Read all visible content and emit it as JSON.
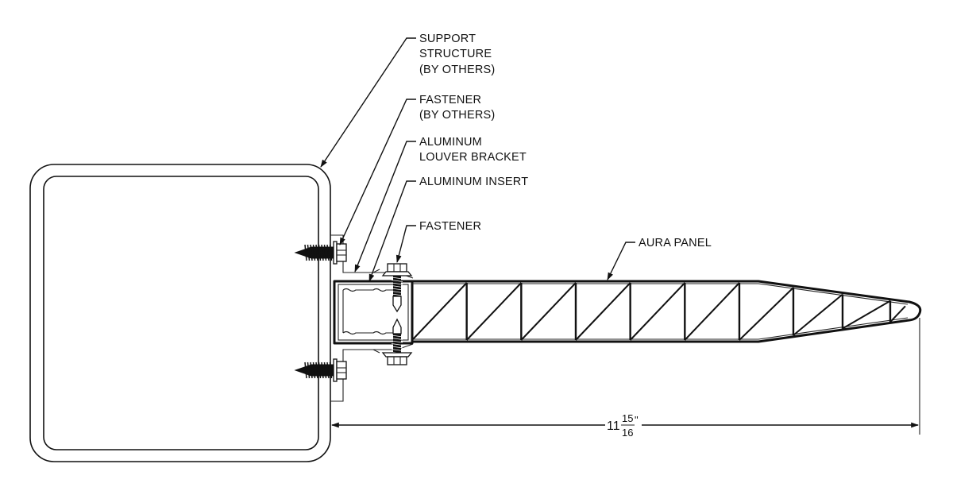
{
  "drawing": {
    "callouts": [
      {
        "id": "support-structure",
        "lines": [
          "SUPPORT",
          "STRUCTURE",
          "(BY OTHERS)"
        ]
      },
      {
        "id": "fastener-by-others",
        "lines": [
          "FASTENER",
          "(BY OTHERS)"
        ]
      },
      {
        "id": "aluminum-louver-bracket",
        "lines": [
          "ALUMINUM",
          "LOUVER BRACKET"
        ]
      },
      {
        "id": "aluminum-insert",
        "lines": [
          "ALUMINUM INSERT"
        ]
      },
      {
        "id": "fastener",
        "lines": [
          "FASTENER"
        ]
      },
      {
        "id": "aura-panel",
        "lines": [
          "AURA PANEL"
        ]
      }
    ],
    "dimension": {
      "whole": "11",
      "numerator": "15",
      "denominator": "16",
      "unit": "\""
    },
    "panel": {
      "cells": 10,
      "tapered_cells": 4
    }
  }
}
